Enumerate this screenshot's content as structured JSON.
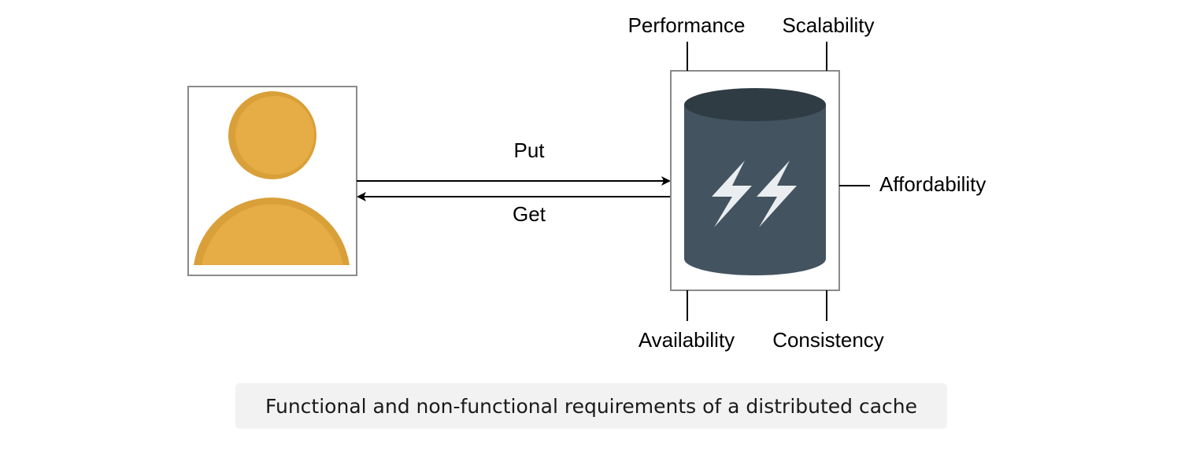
{
  "flows": {
    "put_label": "Put",
    "get_label": "Get"
  },
  "requirements": {
    "performance": "Performance",
    "scalability": "Scalability",
    "affordability": "Affordability",
    "availability": "Availability",
    "consistency": "Consistency"
  },
  "caption": "Functional and non-functional requirements of a distributed cache",
  "icons": {
    "client": "user-icon",
    "cache": "database-lightning-icon"
  },
  "colors": {
    "user": "#e6ac45",
    "user_shade": "#d99f38",
    "cache_body": "#435360",
    "cache_top": "#2f3c44",
    "bolt": "#eaeef0",
    "box_border": "#8a8a8a",
    "line": "#000000",
    "caption_bg": "#f2f2f2"
  }
}
